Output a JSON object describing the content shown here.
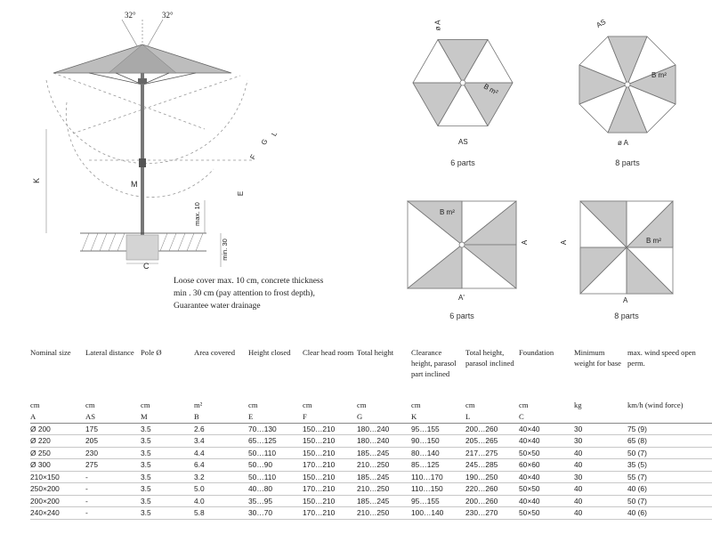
{
  "drawing": {
    "angle_left": "32°",
    "angle_right": "32°",
    "dim_K": "K",
    "dim_M": "M",
    "dim_E": "E",
    "dim_F": "F",
    "dim_G": "G",
    "dim_L": "L",
    "dim_C": "C",
    "max_label": "max. 10",
    "min_label": "min. 30"
  },
  "note": "Loose cover max. 10 cm, concrete thickness min . 30 cm (pay attention to frost depth), Guarantee water drainage",
  "canopies": [
    {
      "id": "hex6",
      "label_A": "ø A",
      "label_B": "B m²",
      "label_AS": "AS",
      "caption": "6 parts"
    },
    {
      "id": "oct8",
      "label_A": "ø A",
      "label_B": "B m²",
      "label_AS": "AS",
      "caption": "8 parts"
    },
    {
      "id": "sq6",
      "label_A": "A'",
      "label_B": "B m²",
      "label_side": "A",
      "caption": "6 parts"
    },
    {
      "id": "sq8",
      "label_A": "A",
      "label_B": "B m²",
      "label_side": "A",
      "caption": "8 parts"
    }
  ],
  "table": {
    "headers": [
      "Nominal size",
      "Lateral distance",
      "Pole Ø",
      "Area covered",
      "Height closed",
      "Clear head room",
      "Total height",
      "Clearance height, parasol part inclined",
      "Total height, parasol inclined",
      "Foundation",
      "Minimum weight for base",
      "max. wind speed open perm."
    ],
    "units": [
      "cm",
      "cm",
      "cm",
      "m²",
      "cm",
      "cm",
      "cm",
      "cm",
      "cm",
      "cm",
      "kg",
      "km/h (wind force)"
    ],
    "symbols": [
      "A",
      "AS",
      "M",
      "B",
      "E",
      "F",
      "G",
      "K",
      "L",
      "C",
      "",
      ""
    ],
    "rows": [
      [
        "Ø 200",
        "175",
        "3.5",
        "2.6",
        "70…130",
        "150…210",
        "180…240",
        "95…155",
        "200…260",
        "40×40",
        "30",
        "75 (9)"
      ],
      [
        "Ø 220",
        "205",
        "3.5",
        "3.4",
        "65…125",
        "150…210",
        "180…240",
        "90…150",
        "205…265",
        "40×40",
        "30",
        "65 (8)"
      ],
      [
        "Ø 250",
        "230",
        "3.5",
        "4.4",
        "50…110",
        "150…210",
        "185…245",
        "80…140",
        "217…275",
        "50×50",
        "40",
        "50 (7)"
      ],
      [
        "Ø 300",
        "275",
        "3.5",
        "6.4",
        "50…90",
        "170…210",
        "210…250",
        "85…125",
        "245…285",
        "60×60",
        "40",
        "35 (5)"
      ],
      [
        "210×150",
        "-",
        "3.5",
        "3.2",
        "50…110",
        "150…210",
        "185…245",
        "110…170",
        "190…250",
        "40×40",
        "30",
        "55 (7)"
      ],
      [
        "250×200",
        "-",
        "3.5",
        "5.0",
        "40…80",
        "170…210",
        "210…250",
        "110…150",
        "220…260",
        "50×50",
        "40",
        "40 (6)"
      ],
      [
        "200×200",
        "-",
        "3.5",
        "4.0",
        "35…95",
        "150…210",
        "185…245",
        "95…155",
        "200…260",
        "40×40",
        "40",
        "50 (7)"
      ],
      [
        "240×240",
        "-",
        "3.5",
        "5.8",
        "30…70",
        "170…210",
        "210…250",
        "100…140",
        "230…270",
        "50×50",
        "40",
        "40 (6)"
      ]
    ]
  }
}
